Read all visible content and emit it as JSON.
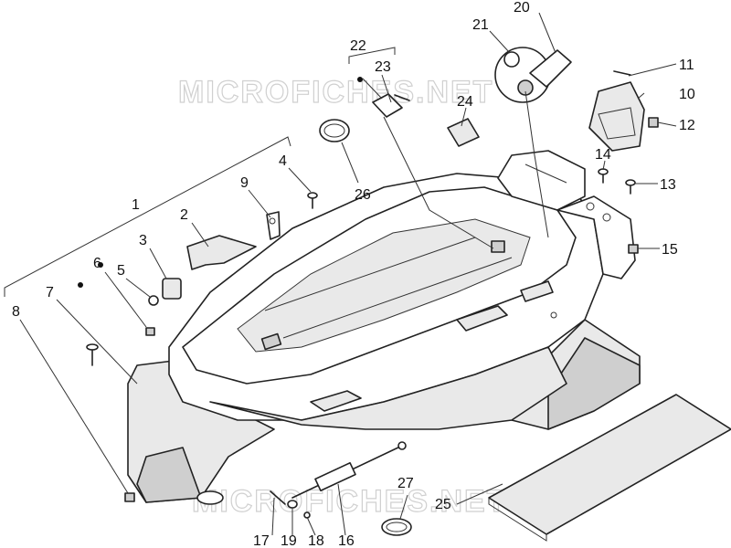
{
  "watermarks": [
    "MICROFICHES.NET",
    "MICROFICHES.NET"
  ],
  "callouts": [
    {
      "id": "c1",
      "text": "1"
    },
    {
      "id": "c2",
      "text": "2"
    },
    {
      "id": "c3",
      "text": "3"
    },
    {
      "id": "c4",
      "text": "4"
    },
    {
      "id": "c5",
      "text": "5"
    },
    {
      "id": "c6",
      "text": "6"
    },
    {
      "id": "c7",
      "text": "7"
    },
    {
      "id": "c8",
      "text": "8"
    },
    {
      "id": "c9",
      "text": "9"
    },
    {
      "id": "c10",
      "text": "10"
    },
    {
      "id": "c11",
      "text": "11"
    },
    {
      "id": "c12",
      "text": "12"
    },
    {
      "id": "c13",
      "text": "13"
    },
    {
      "id": "c14",
      "text": "14"
    },
    {
      "id": "c15",
      "text": "15"
    },
    {
      "id": "c16",
      "text": "16"
    },
    {
      "id": "c17",
      "text": "17"
    },
    {
      "id": "c18",
      "text": "18"
    },
    {
      "id": "c19",
      "text": "19"
    },
    {
      "id": "c20",
      "text": "20"
    },
    {
      "id": "c21",
      "text": "21"
    },
    {
      "id": "c22",
      "text": "22"
    },
    {
      "id": "c23",
      "text": "23"
    },
    {
      "id": "c24",
      "text": "24"
    },
    {
      "id": "c25",
      "text": "25"
    },
    {
      "id": "c26",
      "text": "26"
    },
    {
      "id": "c27",
      "text": "27"
    }
  ]
}
